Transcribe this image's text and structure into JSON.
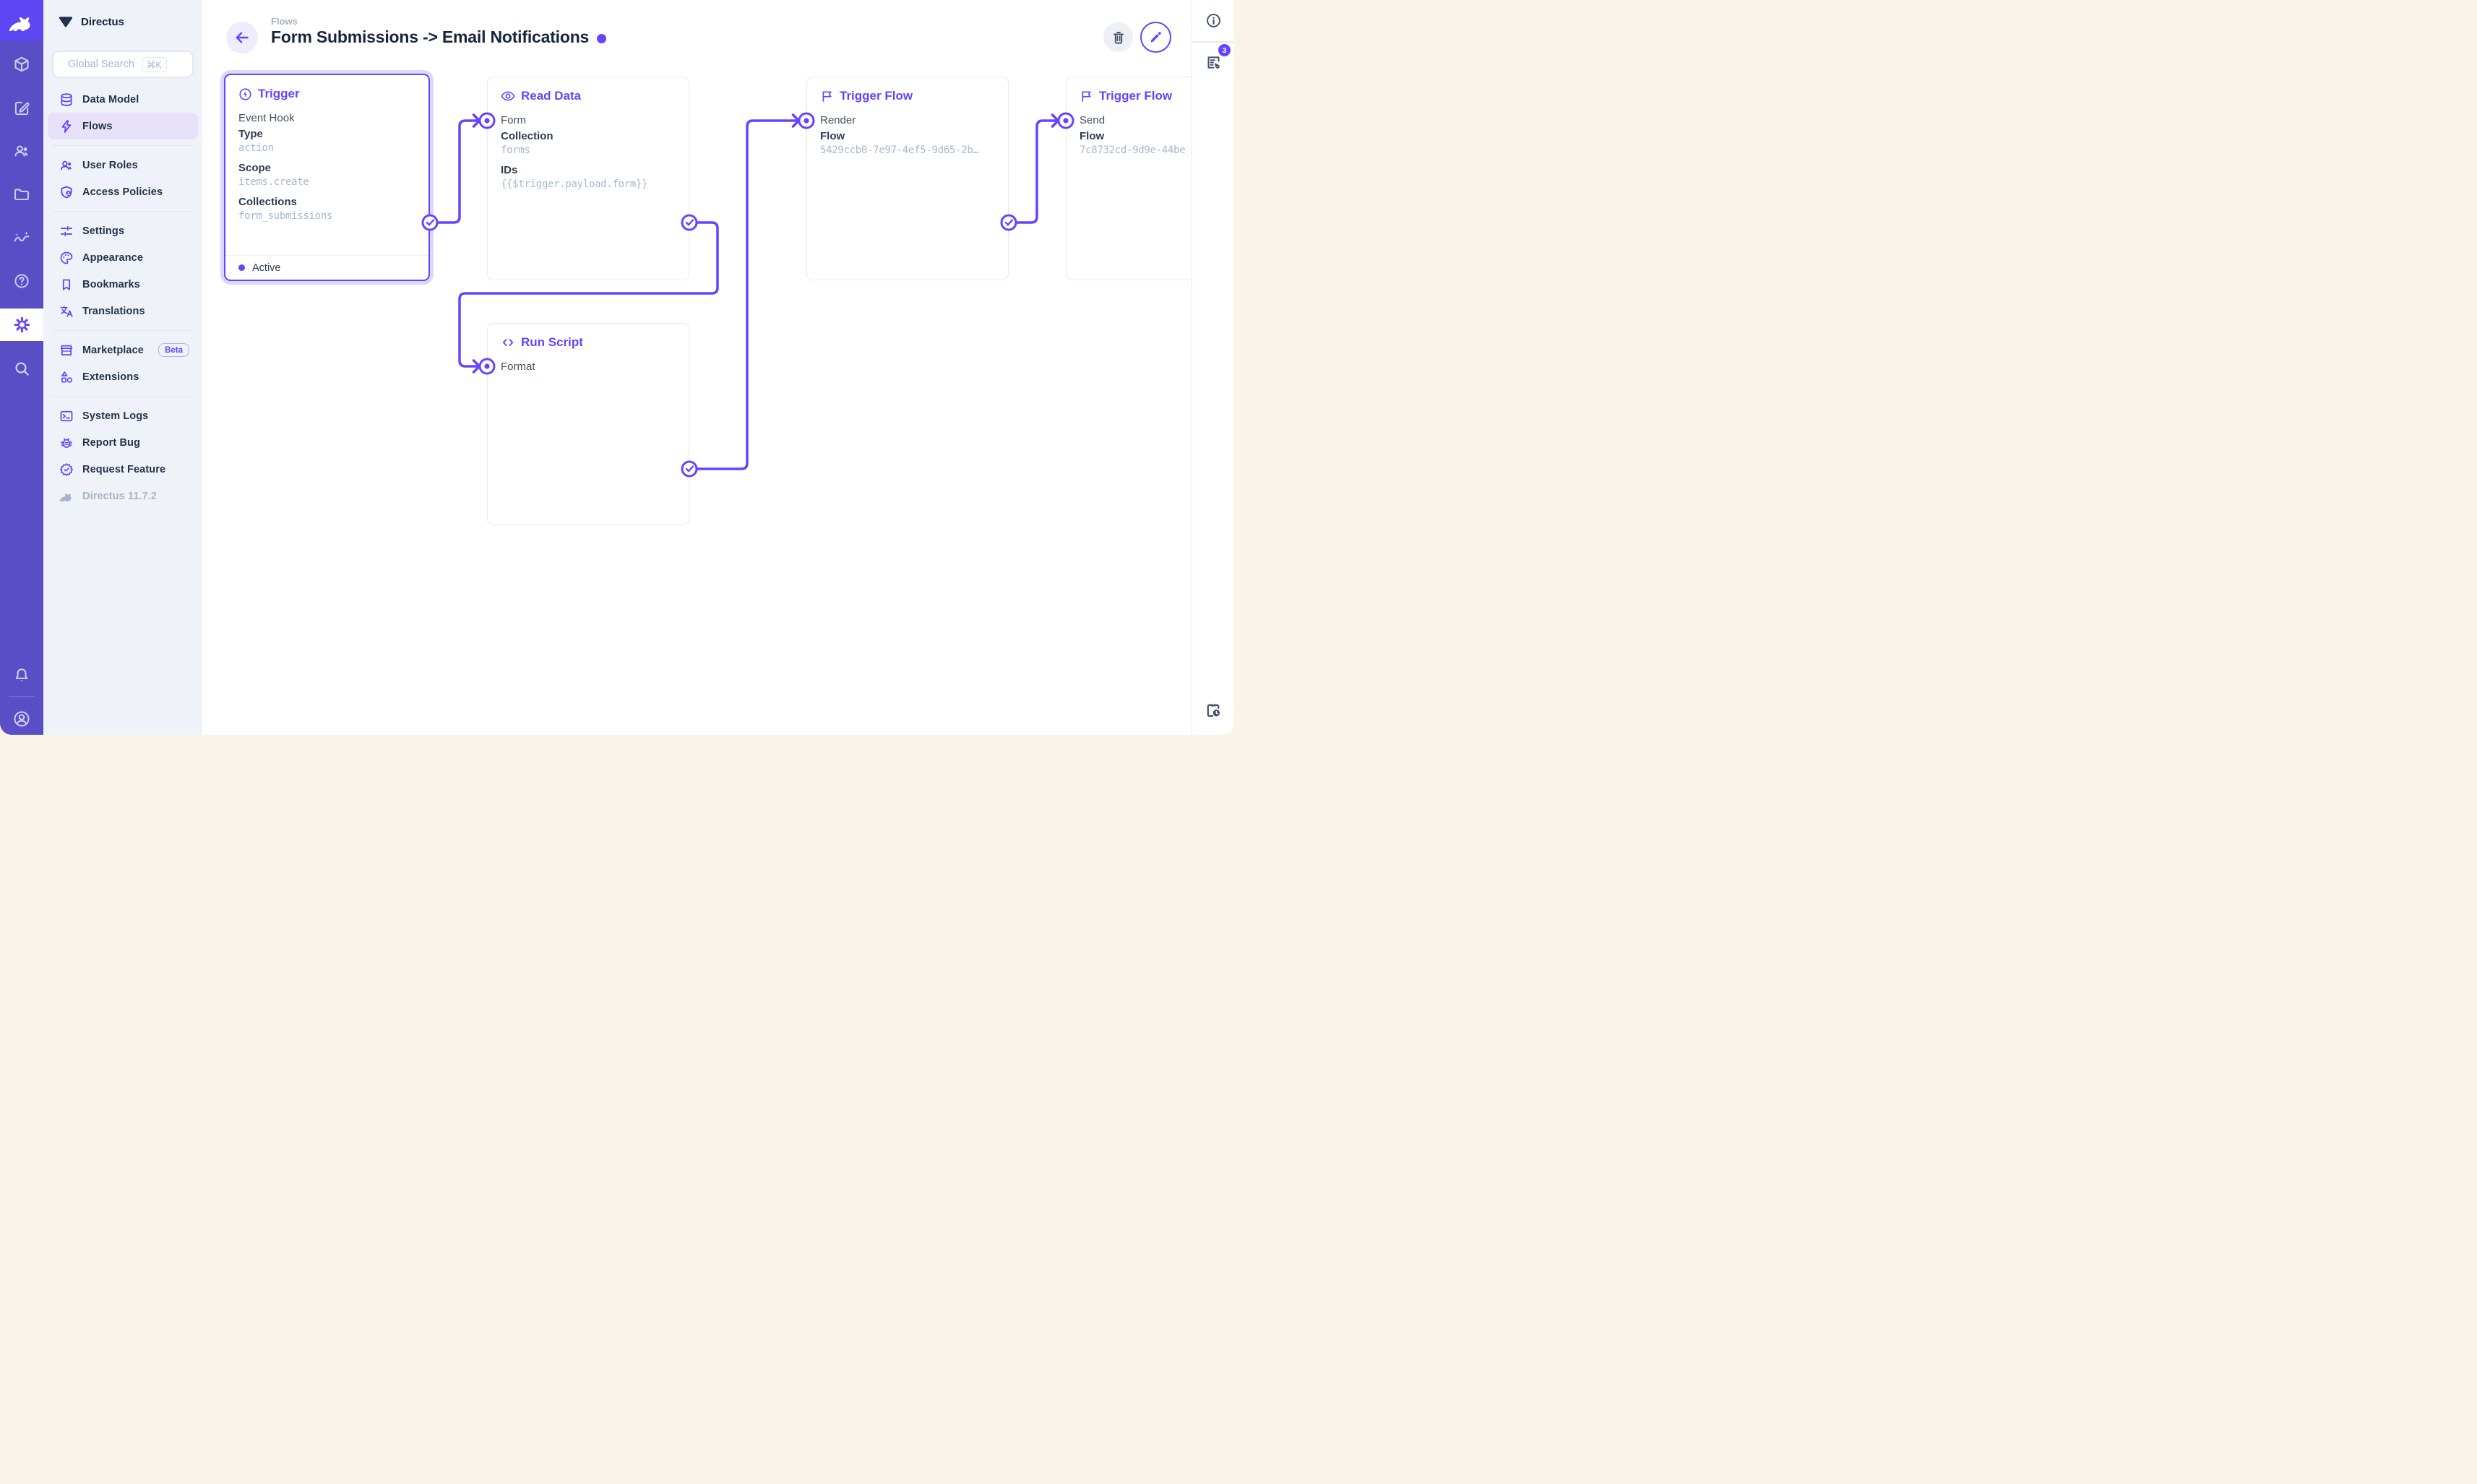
{
  "app": {
    "project": "Directus",
    "version": "Directus 11.7.2"
  },
  "search": {
    "placeholder": "Global Search",
    "shortcut": "⌘K"
  },
  "nav": {
    "active": "Flows",
    "items": [
      {
        "label": "Data Model"
      },
      {
        "label": "Flows"
      },
      {
        "label": "User Roles"
      },
      {
        "label": "Access Policies"
      },
      {
        "label": "Settings"
      },
      {
        "label": "Appearance"
      },
      {
        "label": "Bookmarks"
      },
      {
        "label": "Translations"
      },
      {
        "label": "Marketplace",
        "badge": "Beta"
      },
      {
        "label": "Extensions"
      },
      {
        "label": "System Logs"
      },
      {
        "label": "Report Bug"
      },
      {
        "label": "Request Feature"
      }
    ]
  },
  "header": {
    "breadcrumb": "Flows",
    "title": "Form Submissions -> Email Notifications"
  },
  "panel": {
    "notifications_count": "3"
  },
  "flow": {
    "trigger": {
      "title": "Trigger",
      "subtitle": "Event Hook",
      "type_label": "Type",
      "type_value": "action",
      "scope_label": "Scope",
      "scope_value": "items.create",
      "collections_label": "Collections",
      "collections_value": "form_submissions",
      "status": "Active"
    },
    "read_data": {
      "title": "Read Data",
      "name": "Form",
      "collection_label": "Collection",
      "collection_value": "forms",
      "ids_label": "IDs",
      "ids_value": "{{$trigger.payload.form}}"
    },
    "run_script": {
      "title": "Run Script",
      "name": "Format"
    },
    "trigger_flow_render": {
      "title": "Trigger Flow",
      "name": "Render",
      "flow_label": "Flow",
      "flow_value": "5429ccb0-7e97-4ef5-9d65-2b…"
    },
    "trigger_flow_send": {
      "title": "Trigger Flow",
      "name": "Send",
      "flow_label": "Flow",
      "flow_value": "7c8732cd-9d9e-44be"
    }
  },
  "colors": {
    "accent": "#6644FF",
    "module_bar": "#5A4EC7",
    "status": "#6644FF"
  }
}
